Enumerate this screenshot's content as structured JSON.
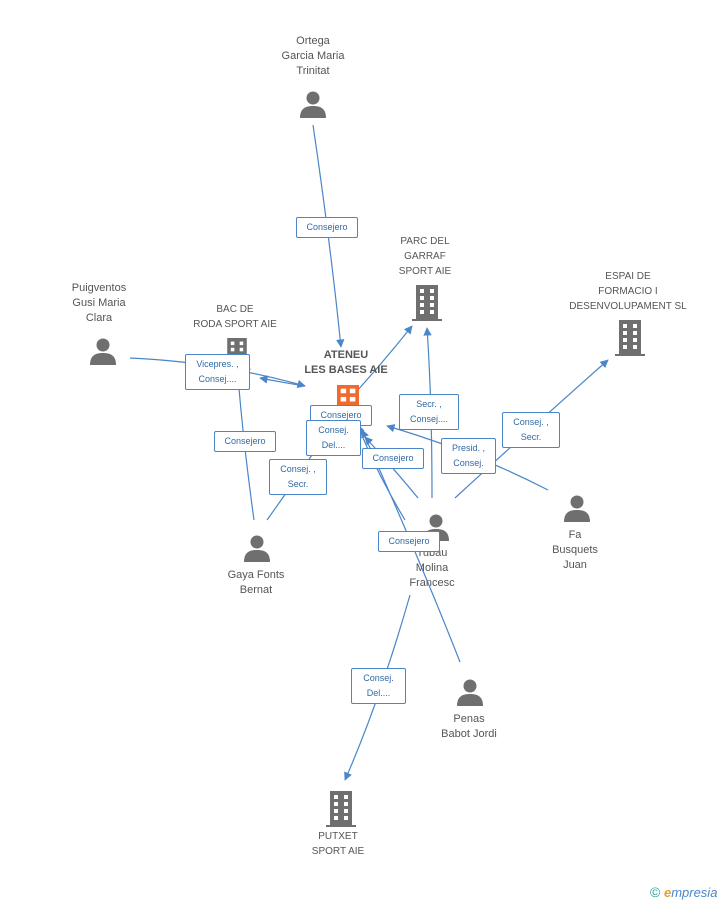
{
  "colors": {
    "edge": "#4a86c8",
    "person": "#6f6f6f",
    "company": "#6f6f6f",
    "focus": "#f06a30"
  },
  "nodes": {
    "ortega": "Ortega\nGarcia Maria\nTrinitat",
    "parc": "PARC DEL\nGARRAF\nSPORT AIE",
    "espai": "ESPAI DE\nFORMACIO I\nDESENVOLUPAMENT SL",
    "puigventos": "Puigventos\nGusi Maria\nClara",
    "bac": "BAC DE\nRODA SPORT AIE",
    "ateneu": "ATENEU\nLES BASES AIE",
    "fa": "Fa\nBusquets\nJuan",
    "gaya": "Gaya Fonts\nBernat",
    "tubau": "Tubau\nMolina\nFrancesc",
    "penas": "Penas\nBabot Jordi",
    "putxet": "PUTXET\nSPORT AIE"
  },
  "edges": {
    "e1": "Consejero",
    "e2": "Vicepres. ,\nConsej....",
    "e3": "Consejero",
    "e4": "Consejero",
    "e5": "Consej.\nDel....",
    "e6": "Secr. ,\nConsej....",
    "e7": "Consej. ,\nSecr.",
    "e8": "Consej. ,\nSecr.",
    "e9": "Presid. ,\nConsej.",
    "e10": "Consejero",
    "e11": "Consejero",
    "e12": "Consej.\nDel...."
  },
  "brand": {
    "copyright": "©",
    "name_initial": "e",
    "name_rest": "mpresia"
  }
}
